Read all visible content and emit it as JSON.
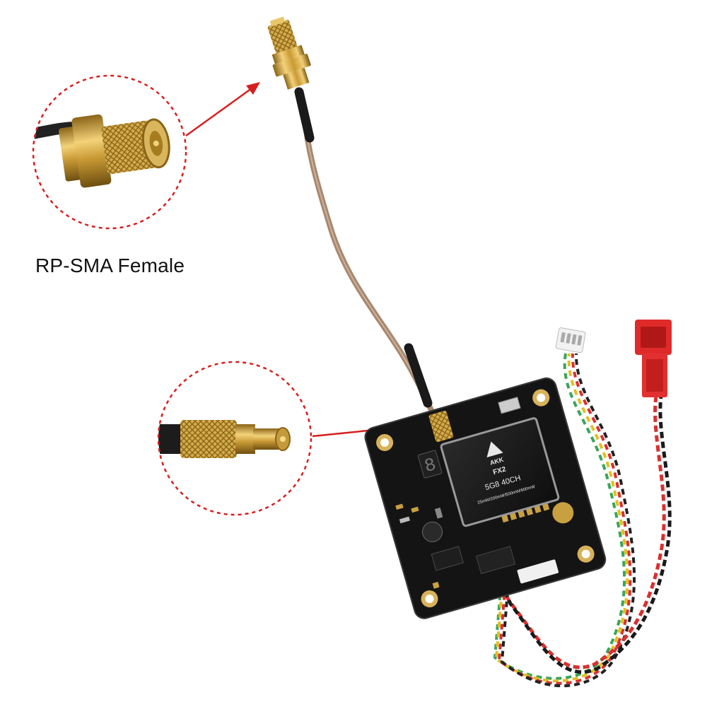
{
  "caption": "RP-SMA Female",
  "shield": {
    "brand": "AKK",
    "model": "FX2",
    "spec": "5G8 40CH",
    "power": "25mW/200mW/500mW/600mW"
  },
  "segment_display": "8",
  "colors": {
    "callout_arrow": "#d62020",
    "pcb": "#141414",
    "gold": "#c9a040",
    "jst_connector": "#e02a2a",
    "cable": "#a88870"
  }
}
